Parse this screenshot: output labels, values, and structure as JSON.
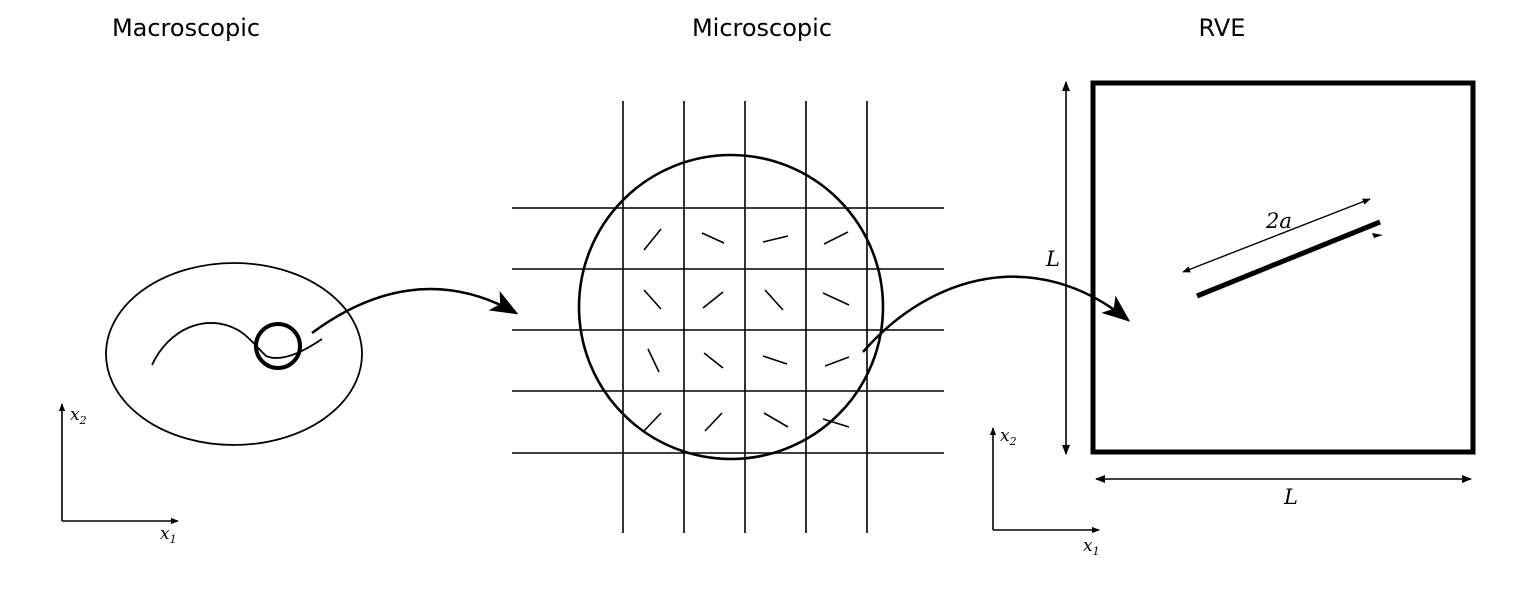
{
  "panels": {
    "macroscopic": {
      "title": "Macroscopic"
    },
    "microscopic": {
      "title": "Microscopic"
    },
    "rve": {
      "title": "RVE"
    }
  },
  "axes": {
    "x1": {
      "base": "x",
      "sub": "1"
    },
    "x2": {
      "base": "x",
      "sub": "2"
    }
  },
  "dimensions": {
    "side": "L",
    "crack_length": "2a"
  },
  "colors": {
    "stroke": "#000000",
    "background": "#ffffff"
  }
}
